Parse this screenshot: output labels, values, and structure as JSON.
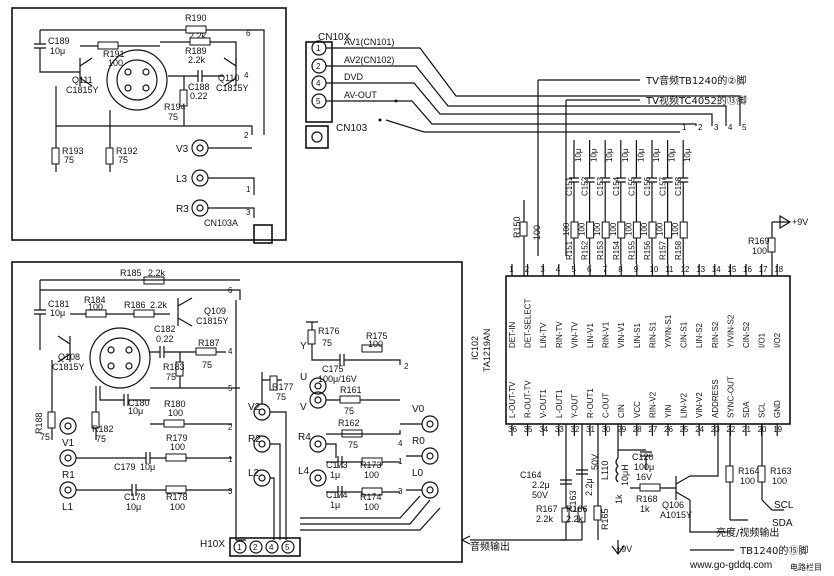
{
  "cn10x": {
    "title": "CN10X",
    "pins": [
      "1",
      "2",
      "4",
      "5"
    ],
    "lines": [
      "AV1(CN101)",
      "AV2(CN102)",
      "DVD",
      "AV-OUT"
    ],
    "cn103": "CN103",
    "note1": "TV音频TB1240的②脚",
    "note2": "TV视频TC4052的⑬脚",
    "bus_nums": [
      "1",
      "2",
      "3",
      "4",
      "5"
    ]
  },
  "top_block": {
    "c189": "C189",
    "c189v": "10μ",
    "r190": "R190",
    "r190v": "2.2k",
    "r191": "R191",
    "r191v": "100",
    "r189": "R189",
    "r189v": "2.2k",
    "q111": "Q111",
    "q111t": "C1815Y",
    "q110": "Q110",
    "q110t": "C1815Y",
    "c188": "C188",
    "c188v": "0.22",
    "r194": "R194",
    "r194v": "75",
    "r193": "R193",
    "r193v": "75",
    "r192": "R192",
    "r192v": "75",
    "v3": "V3",
    "l3": "L3",
    "r3": "R3",
    "cn103a": "CN103A",
    "n6": "6",
    "n2": "2",
    "n1": "1",
    "n3": "3",
    "n4": "4"
  },
  "bot_block": {
    "r185": "R185",
    "r185v": "2.2k",
    "c181": "C181",
    "c181v": "10μ",
    "r184": "R184",
    "r184v": "100",
    "r186": "R186",
    "r186v": "2.2k",
    "q109": "Q109",
    "q109t": "C1815Y",
    "q108": "Q108",
    "q108t": "C1815Y",
    "c182": "C182",
    "c182v": "0.22",
    "r187": "R187",
    "r187v": "75",
    "r183": "R183",
    "r183v": "75",
    "r188": "R188",
    "r188v": "75",
    "r182": "R182",
    "r182v": "75",
    "c180": "C180",
    "c180v": "10μ",
    "r180": "R180",
    "r180v": "100",
    "r179": "R179",
    "r179v": "100",
    "c179": "C179",
    "c179v": "10μ",
    "c178": "C178",
    "c178v": "10μ",
    "r178": "R178",
    "r178v": "100",
    "v1": "V1",
    "r1": "R1",
    "l1": "L1",
    "v2": "V2",
    "r2": "R2",
    "l2": "L2",
    "r177": "R177",
    "r177v": "75",
    "y": "Y",
    "u": "U",
    "v": "V",
    "r176": "R176",
    "r176v": "75",
    "r175": "R175",
    "r175v": "100",
    "c175": "C175",
    "c175v": "100μ/16V",
    "r161": "R161",
    "r161v": "75",
    "r162": "R162",
    "r162v": "75",
    "c173": "C173",
    "c173v": "1μ",
    "r173": "R173",
    "r173v": "100",
    "c174": "C174",
    "c174v": "1μ",
    "r174": "R174",
    "r174v": "100",
    "r4": "R4",
    "l4": "L4",
    "v0": "V0",
    "r0": "R0",
    "l0": "L0",
    "h10x": "H10X",
    "h10x_pins": [
      "1",
      "2",
      "4",
      "5"
    ],
    "n6": "6",
    "n4": "4",
    "n5": "5",
    "n2": "2",
    "n1": "1",
    "n3": "3"
  },
  "ic": {
    "ref": "IC102",
    "part": "TA1219AN",
    "top_pins": [
      {
        "n": "1",
        "label": "DET-IN"
      },
      {
        "n": "2",
        "label": "DET-SELECT"
      },
      {
        "n": "3",
        "label": "LIN-TV"
      },
      {
        "n": "4",
        "label": "RIN-TV"
      },
      {
        "n": "5",
        "label": "VIN-TV"
      },
      {
        "n": "6",
        "label": "LIN-V1"
      },
      {
        "n": "7",
        "label": "RIN-V1"
      },
      {
        "n": "8",
        "label": "VIN-V1"
      },
      {
        "n": "9",
        "label": "LIN-S1"
      },
      {
        "n": "10",
        "label": "RIN-S1"
      },
      {
        "n": "11",
        "label": "Y/VIN-S1"
      },
      {
        "n": "12",
        "label": "CIN-S1"
      },
      {
        "n": "13",
        "label": "LIN-S2"
      },
      {
        "n": "14",
        "label": "RIN-S2"
      },
      {
        "n": "15",
        "label": "Y/VIN-S2"
      },
      {
        "n": "16",
        "label": "CIN-S2"
      },
      {
        "n": "17",
        "label": "I/O1"
      },
      {
        "n": "18",
        "label": "I/O2"
      }
    ],
    "bot_pins": [
      {
        "n": "36",
        "label": "L-OUT-TV"
      },
      {
        "n": "35",
        "label": "R-OUT-TV"
      },
      {
        "n": "34",
        "label": "V-OUT1"
      },
      {
        "n": "33",
        "label": "L-OUT1"
      },
      {
        "n": "32",
        "label": "Y-OUT"
      },
      {
        "n": "31",
        "label": "R-OUT1"
      },
      {
        "n": "30",
        "label": "C-OUT"
      },
      {
        "n": "29",
        "label": "CIN"
      },
      {
        "n": "28",
        "label": "VCC"
      },
      {
        "n": "27",
        "label": "RIN-V2"
      },
      {
        "n": "26",
        "label": "YIN"
      },
      {
        "n": "25",
        "label": "LIN-V2"
      },
      {
        "n": "24",
        "label": "VIN-V2"
      },
      {
        "n": "23",
        "label": "ADDRESS"
      },
      {
        "n": "22",
        "label": "SYNC-OUT"
      },
      {
        "n": "21",
        "label": "SDA"
      },
      {
        "n": "20",
        "label": "SCL"
      },
      {
        "n": "19",
        "label": "GND"
      }
    ]
  },
  "ic_parts": {
    "r150": "R150",
    "r150v": "100",
    "cap_refs": [
      "C151",
      "C152",
      "C153",
      "C154",
      "C155",
      "C156",
      "C157",
      "C158"
    ],
    "cap_val": "10μ",
    "res_refs": [
      "R151",
      "R152",
      "R153",
      "R154",
      "R155",
      "R156",
      "R157",
      "R158"
    ],
    "res_val": "100",
    "r169": "R169",
    "r169v": "100",
    "p9v": "+9V",
    "c164": "C164",
    "c164v1": "2.2μ",
    "c164v2": "50V",
    "c163": "C163",
    "c163v1": "2.2μ",
    "c163v2": "50V",
    "l110": "L110",
    "l110v": "10μH",
    "c120": "C120",
    "c120v1": "100μ",
    "c120v2": "16V",
    "r167": "R167",
    "r167v": "2.2k",
    "r166": "R166",
    "r166v": "2.2k",
    "r165": "R165",
    "r165v": "1k",
    "r168": "R168",
    "r168v": "1k",
    "q106": "Q106",
    "q106t": "A1015Y",
    "r164": "R164",
    "r164v": "100",
    "r163": "R163",
    "r163v": "100",
    "scl": "SCL",
    "sda": "SDA",
    "audio_out": "音频输出",
    "lum_out": "亮度/视频输出",
    "tb1240": "TB1240的⑮脚",
    "p9v_b": "+9V",
    "watermark": "www.go-gddq.com",
    "brand": "电路栏目"
  }
}
